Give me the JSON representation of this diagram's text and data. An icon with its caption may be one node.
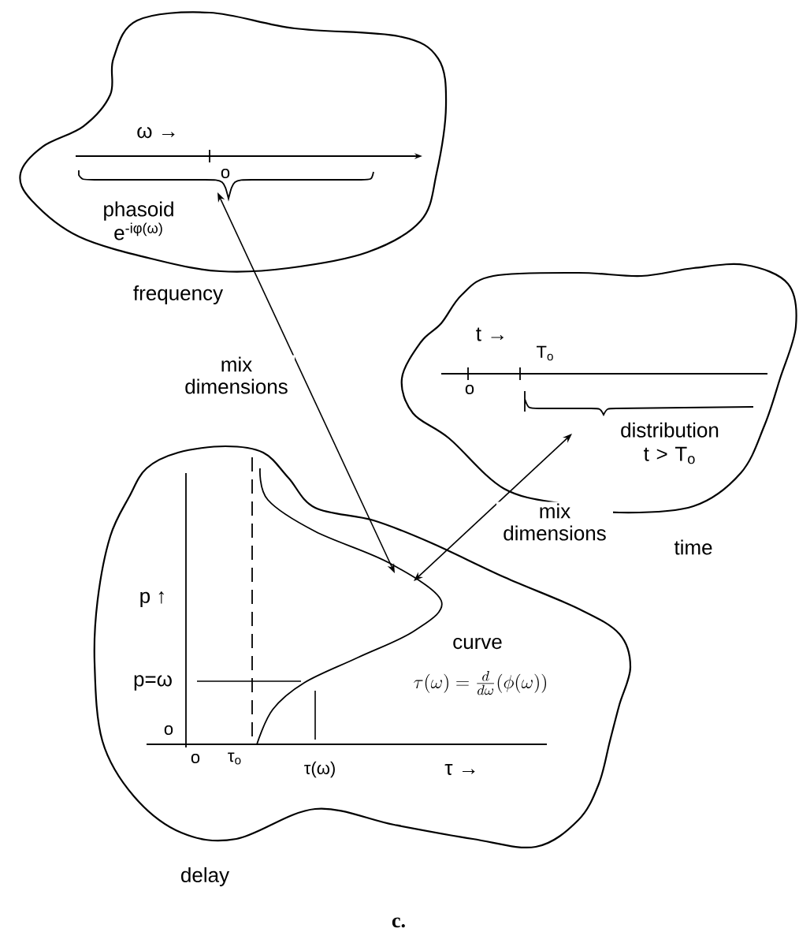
{
  "diagram": {
    "caption": "c.",
    "nodes": [
      {
        "text": [
          "frequency"
        ]
      },
      {
        "text": [
          "phasoid e$^{-iφ(ω)}$"
        ],
        "in": 0
      },
      {
        "text": [
          "time"
        ]
      },
      {
        "text": [
          "distribution t > T$_{o}$"
        ],
        "in": 2
      },
      {
        "text": [
          "delay"
        ]
      },
      {
        "text": [],
        "shape": "picture",
        "in": 4,
        "beside": [
          "curve",
          "\\tau(\\omega)=\\frac{d}{d\\omega}(\\phi(\\omega))"
        ]
      }
    ],
    "edges": [
      {
        "from": 1,
        "to": 5,
        "arrow": "both",
        "label": "mix dimensions"
      },
      {
        "from": 3,
        "to": 5,
        "arrow": "both",
        "label": "mix dimensions"
      }
    ],
    "labels": [
      "ω →",
      "o",
      "t →",
      "T$_{o}$",
      "o",
      "p ↑",
      "p=ω",
      "o",
      "o",
      "τ$_{o}$",
      "τ(ω)",
      "τ →"
    ]
  }
}
